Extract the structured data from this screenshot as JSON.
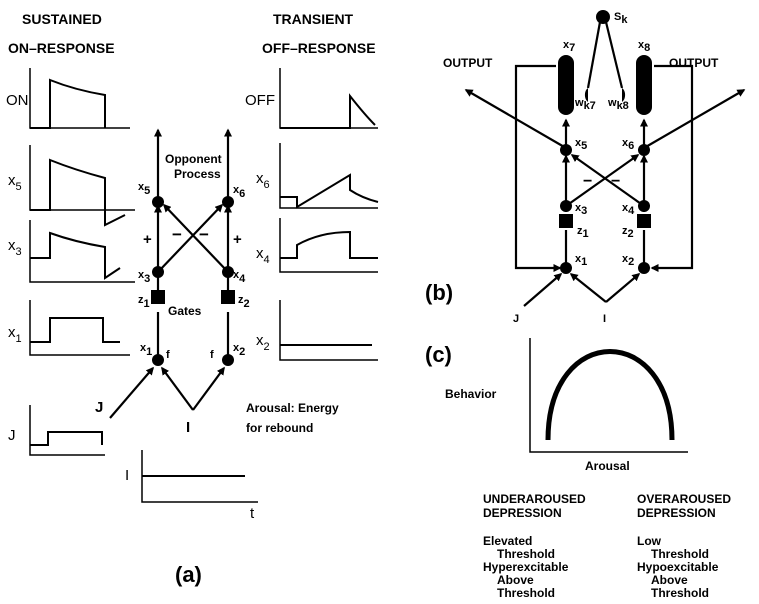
{
  "panel_a": {
    "heading_left_1": "SUSTAINED",
    "heading_left_2": "ON–RESPONSE",
    "heading_right_1": "TRANSIENT",
    "heading_right_2": "OFF–RESPONSE",
    "trace_labels": {
      "on": "ON",
      "x5": "x",
      "x5_sub": "5",
      "x3": "x",
      "x3_sub": "3",
      "x1": "x",
      "x1_sub": "1",
      "j": "J",
      "i": "I",
      "off": "OFF",
      "x6": "x",
      "x6_sub": "6",
      "x4": "x",
      "x4_sub": "4",
      "x2": "x",
      "x2_sub": "2",
      "t": "t"
    },
    "node_labels": {
      "x5": "x",
      "x5_sub": "5",
      "x6": "x",
      "x6_sub": "6",
      "x3": "x",
      "x3_sub": "3",
      "x4": "x",
      "x4_sub": "4",
      "z1": "z",
      "z1_sub": "1",
      "z2": "z",
      "z2_sub": "2",
      "x1": "x",
      "x1_sub": "1",
      "x2": "x",
      "x2_sub": "2",
      "f_left": "f",
      "f_right": "f",
      "j": "J",
      "i": "I",
      "plus_left": "+",
      "plus_right": "+",
      "minus_left": "−",
      "minus_right": "−"
    },
    "opponent_1": "Opponent",
    "opponent_2": "Process",
    "gates": "Gates",
    "arousal_1": "Arousal: Energy",
    "arousal_2": "for rebound",
    "panel_label": "(a)"
  },
  "panel_b": {
    "sk": "S",
    "sk_sub": "k",
    "x7": "x",
    "x7_sub": "7",
    "x8": "x",
    "x8_sub": "8",
    "wk7": "w",
    "wk7_sub": "k7",
    "wk8": "w",
    "wk8_sub": "k8",
    "output_left": "OUTPUT",
    "output_right": "OUTPUT",
    "x5": "x",
    "x5_sub": "5",
    "x6": "x",
    "x6_sub": "6",
    "x3": "x",
    "x3_sub": "3",
    "x4": "x",
    "x4_sub": "4",
    "z1": "z",
    "z1_sub": "1",
    "z2": "z",
    "z2_sub": "2",
    "x1": "x",
    "x1_sub": "1",
    "x2": "x",
    "x2_sub": "2",
    "minus_1": "−",
    "minus_2": "−",
    "j": "J",
    "i": "I",
    "panel_label": "(b)"
  },
  "panel_c": {
    "panel_label": "(c)",
    "ylabel": "Behavior",
    "xlabel": "Arousal",
    "under_1": "UNDERAROUSED",
    "under_2": "DEPRESSION",
    "under_3": "Elevated",
    "under_4": "Threshold",
    "under_5": "Hyperexcitable",
    "under_6": "Above",
    "under_7": "Threshold",
    "over_1": "OVERAROUSED",
    "over_2": "DEPRESSION",
    "over_3": "Low",
    "over_4": "Threshold",
    "over_5": "Hypoexcitable",
    "over_6": "Above",
    "over_7": "Threshold"
  }
}
